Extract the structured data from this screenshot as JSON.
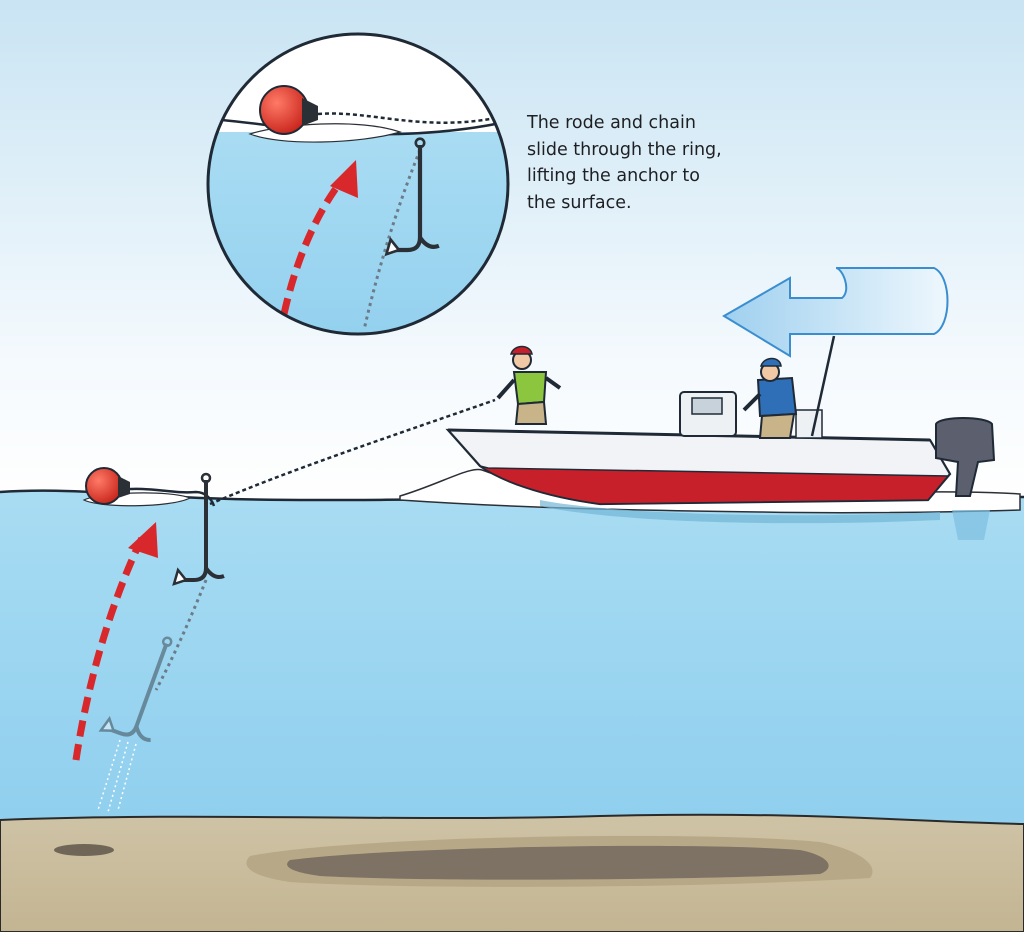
{
  "caption": {
    "lines": [
      "The rode and chain",
      "slide through the ring,",
      "lifting the anchor to",
      "the surface."
    ]
  },
  "colors": {
    "sky_top": "#c9e4f3",
    "water_surface": "#a8dcf3",
    "water_deep": "#8fcfee",
    "seabed": "#c9bc9e",
    "buoy": "#e23b2b",
    "lift_arrow": "#d8282b",
    "hull_stripe": "#c8202b",
    "hull": "#f1f3f6",
    "engine": "#5b5f6e",
    "motion_arrow": "#bfe0f4"
  },
  "icons": {
    "detail_inset": "magnifier-circle",
    "lift_arrow": "dashed-curved-arrow",
    "motion_arrow": "curled-ribbon-arrow",
    "anchor": "grapnel-anchor",
    "buoy": "mooring-buoy"
  }
}
